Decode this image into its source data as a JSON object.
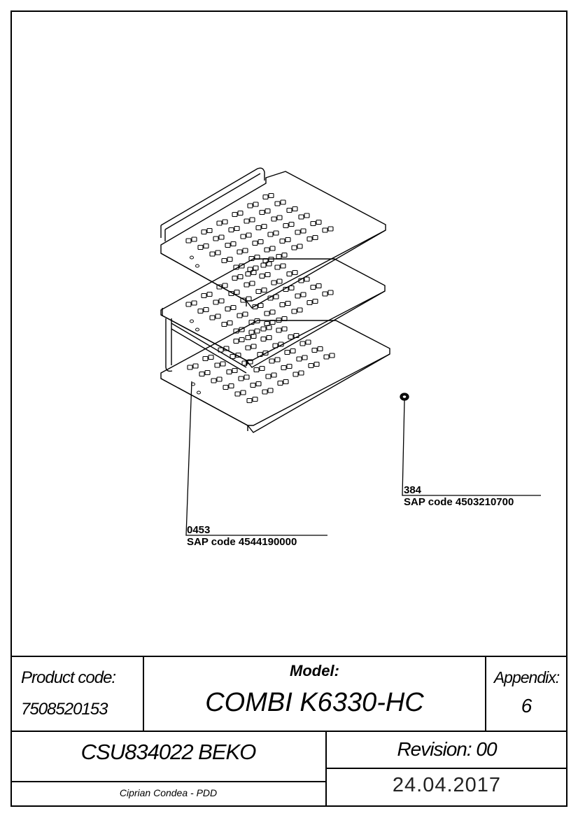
{
  "callouts": [
    {
      "number": "0453",
      "sap": "SAP code 4544190000"
    },
    {
      "number": "384",
      "sap": "SAP code 4503210700"
    }
  ],
  "title_block": {
    "product_code_label": "Product code:",
    "product_code": "7508520153",
    "model_label": "Model:",
    "model": "COMBI K6330-HC",
    "appendix_label": "Appendix:",
    "appendix": "6",
    "document_code": "CSU834022 BEKO",
    "revision": "Revision: 00",
    "author": "Ciprian Condea - PDD",
    "date": "24.04.2017"
  }
}
